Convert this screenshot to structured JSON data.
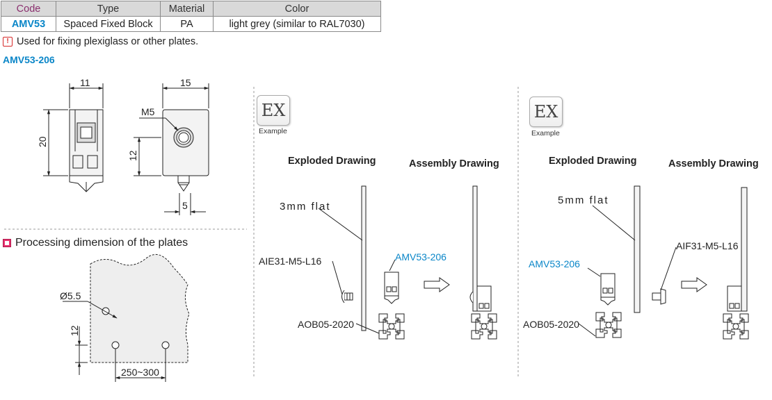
{
  "table": {
    "headers": [
      "Code",
      "Type",
      "Material",
      "Color"
    ],
    "row": [
      "AMV53",
      "Spaced Fixed Block",
      "PA",
      "light grey (similar to RAL7030)"
    ]
  },
  "note": "Used for fixing plexiglass or other plates.",
  "model": "AMV53-206",
  "dims": {
    "side_width": "11",
    "side_height": "20",
    "front_width": "15",
    "thread": "M5",
    "hole_height": "12",
    "tab_width": "5"
  },
  "processing": {
    "title": "Processing dimension of the plates",
    "hole_dia": "Ø5.5",
    "edge_offset": "12",
    "spacing": "250~300"
  },
  "examples": [
    {
      "badge": "EX",
      "badge_label": "Example",
      "exploded_title": "Exploded Drawing",
      "assembly_title": "Assembly Drawing",
      "plate_label": "3mm flat",
      "bolt_label": "AIE31-M5-L16",
      "block_label": "AMV53-206",
      "profile_label": "AOB05-2020"
    },
    {
      "badge": "EX",
      "badge_label": "Example",
      "exploded_title": "Exploded Drawing",
      "assembly_title": "Assembly Drawing",
      "plate_label": "5mm flat",
      "bolt_label": "AIF31-M5-L16",
      "block_label": "AMV53-206",
      "profile_label": "AOB05-2020"
    }
  ],
  "colors": {
    "accent_blue": "#0a86c8",
    "code_header": "#8a2f6e",
    "warning": "#d62828",
    "marker": "#e7336f"
  },
  "icons": [
    "warning-icon",
    "square-marker-icon",
    "example-badge-icon",
    "arrow-right-icon"
  ]
}
